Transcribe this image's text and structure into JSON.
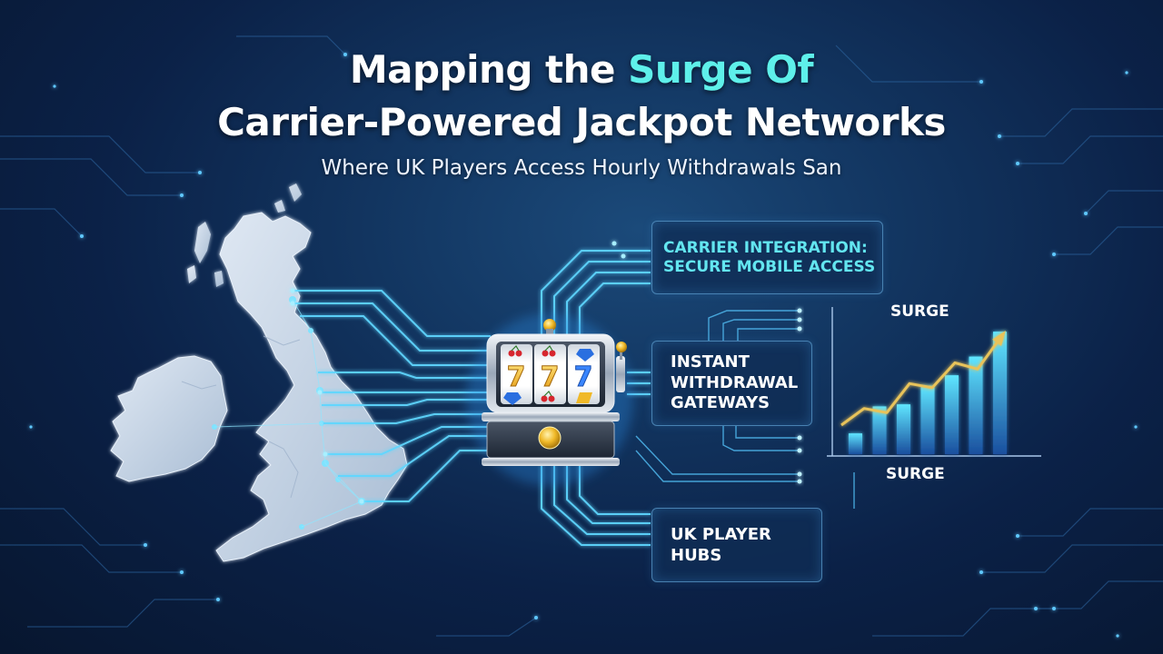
{
  "header": {
    "title_line1_pre": "Mapping the ",
    "title_line1_accent": "Surge Of",
    "title_line2": "Carrier-Powered Jackpot Networks",
    "subtitle": "Where UK Players Access Hourly Withdrawals San"
  },
  "cards": [
    {
      "lines": [
        "Carrier Integration:",
        "Secure Mobile Access"
      ]
    },
    {
      "lines": [
        "Instant",
        "Withdrawal",
        "Gateways"
      ]
    },
    {
      "lines": [
        "UK Player",
        "Hubs"
      ]
    }
  ],
  "slot_machine": {
    "reel_symbols": [
      "7",
      "7",
      "7"
    ]
  },
  "chart": {
    "label_top": "SURGE",
    "label_bottom": "SURGE"
  },
  "chart_data": {
    "type": "bar",
    "title": "",
    "xlabel": "",
    "ylabel": "",
    "categories": [],
    "values": [
      1,
      2.3,
      2.4,
      3.3,
      3.8,
      4.7,
      5.9
    ],
    "trend_values": [
      1.4,
      2.2,
      2.0,
      3.4,
      3.2,
      4.4,
      4.1,
      5.6
    ],
    "ylim": [
      0,
      7
    ],
    "grid": false,
    "legend": "none"
  },
  "colors": {
    "accent": "#5ef0ea",
    "circuit": "#5fd7ff",
    "bar_bottom": "#1f5fb8",
    "bar_top": "#54e4ff",
    "trend": "#e8c35a",
    "map": "#c9d6e6"
  }
}
